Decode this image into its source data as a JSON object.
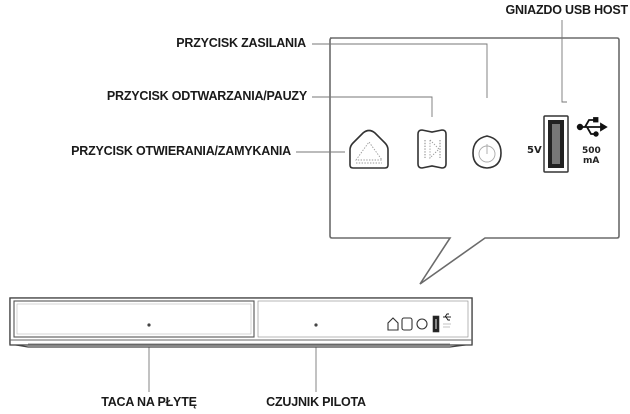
{
  "labels": {
    "usb_host": "GNIAZDO USB HOST",
    "power": "PRZYCISK ZASILANIA",
    "play_pause": "PRZYCISK ODTWARZANIA/PAUZY",
    "open_close": "PRZYCISK OTWIERANIA/ZAMYKANIA",
    "disc_tray": "TACA NA PŁYTĘ",
    "remote_sensor": "CZUJNIK PILOTA"
  },
  "usb": {
    "voltage": "5V",
    "current_value": "500",
    "current_unit": "mA"
  },
  "icons": [
    "eject-icon",
    "play-pause-icon",
    "power-icon",
    "usb-port",
    "usb-symbol-icon"
  ]
}
